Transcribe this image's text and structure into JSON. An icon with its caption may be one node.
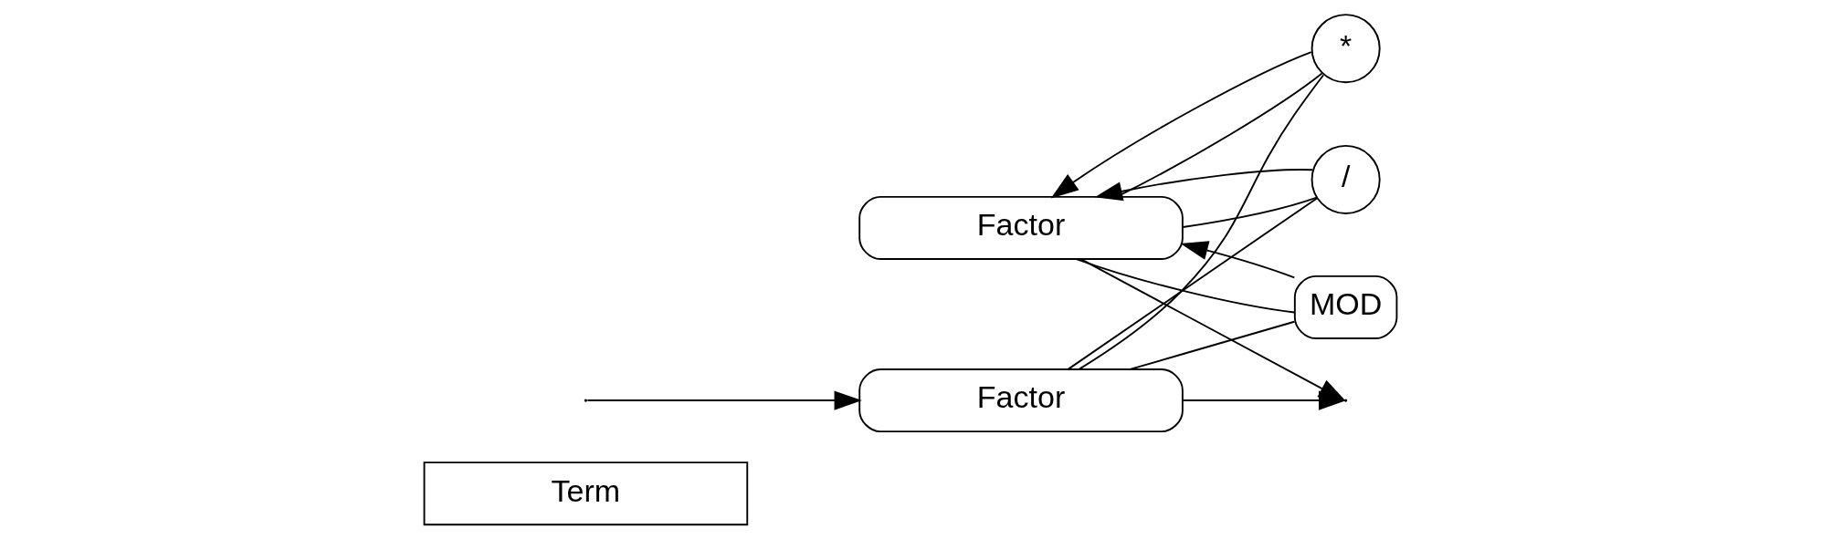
{
  "diagram": {
    "nodes": [
      {
        "text": [
          "Term"
        ]
      },
      {
        "text": [
          "Factor"
        ]
      },
      {
        "text": [
          "*"
        ]
      },
      {
        "text": [
          "/"
        ]
      },
      {
        "text": [
          "MOD"
        ]
      },
      {
        "text": [
          "Factor"
        ]
      }
    ],
    "edges": [
      {
        "from": null,
        "to": 5,
        "arrow": "to"
      },
      {
        "from": 5,
        "to": null,
        "arrow": "to"
      },
      {
        "from": 5,
        "to": 2,
        "arrow": "none"
      },
      {
        "from": 5,
        "to": 3,
        "arrow": "none"
      },
      {
        "from": 5,
        "to": 4,
        "arrow": "none"
      },
      {
        "from": 2,
        "to": 1,
        "arrow": "to"
      },
      {
        "from": 3,
        "to": 1,
        "arrow": "to"
      },
      {
        "from": 4,
        "to": 1,
        "arrow": "to"
      },
      {
        "from": 1,
        "to": null,
        "arrow": "to"
      },
      {
        "from": 1,
        "to": 2,
        "arrow": "none"
      },
      {
        "from": 1,
        "to": 3,
        "arrow": "none"
      },
      {
        "from": 1,
        "to": 4,
        "arrow": "none"
      }
    ]
  }
}
